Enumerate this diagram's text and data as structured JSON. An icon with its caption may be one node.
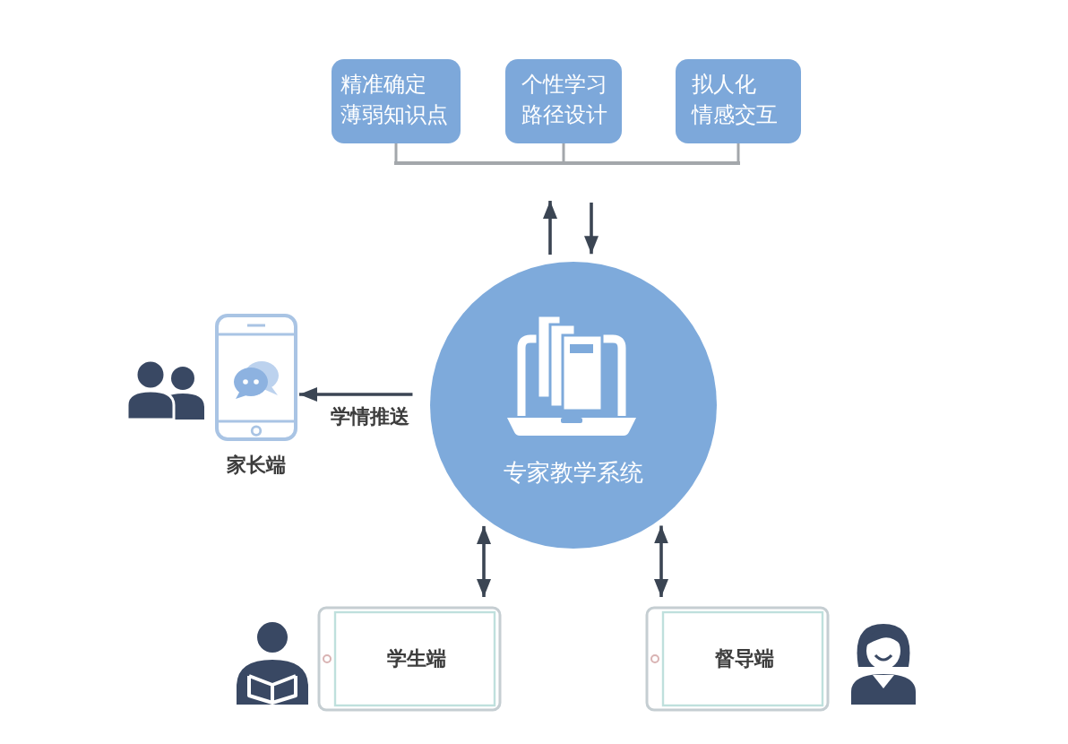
{
  "diagram": {
    "nodes": [
      {
        "text": [
          "精准确定薄弱知识点"
        ]
      },
      {
        "text": [
          "个性学习路径设计"
        ]
      },
      {
        "text": [
          "拟人化情感交互"
        ]
      },
      {
        "text": [
          "专家教学系统"
        ]
      },
      {
        "text": [
          "家长端"
        ]
      },
      {
        "text": [
          "学生端"
        ]
      },
      {
        "text": [
          "督导端"
        ]
      },
      {
        "text": [],
        "shape": "bar"
      }
    ],
    "edges": [
      {
        "from": 0,
        "to": 7,
        "arrow": "none",
        "color": "#a3a7ab"
      },
      {
        "from": 1,
        "to": 7,
        "arrow": "none",
        "color": "#a3a7ab"
      },
      {
        "from": 2,
        "to": 7,
        "arrow": "none",
        "color": "#a3a7ab"
      },
      {
        "from": 3,
        "to": 7,
        "arrow": "to"
      },
      {
        "from": 7,
        "to": 3,
        "arrow": "to"
      },
      {
        "from": 3,
        "to": 4,
        "arrow": "to",
        "label": "学情推送"
      },
      {
        "from": 3,
        "to": 5,
        "arrow": "both"
      },
      {
        "from": 3,
        "to": 6,
        "arrow": "both"
      }
    ]
  }
}
